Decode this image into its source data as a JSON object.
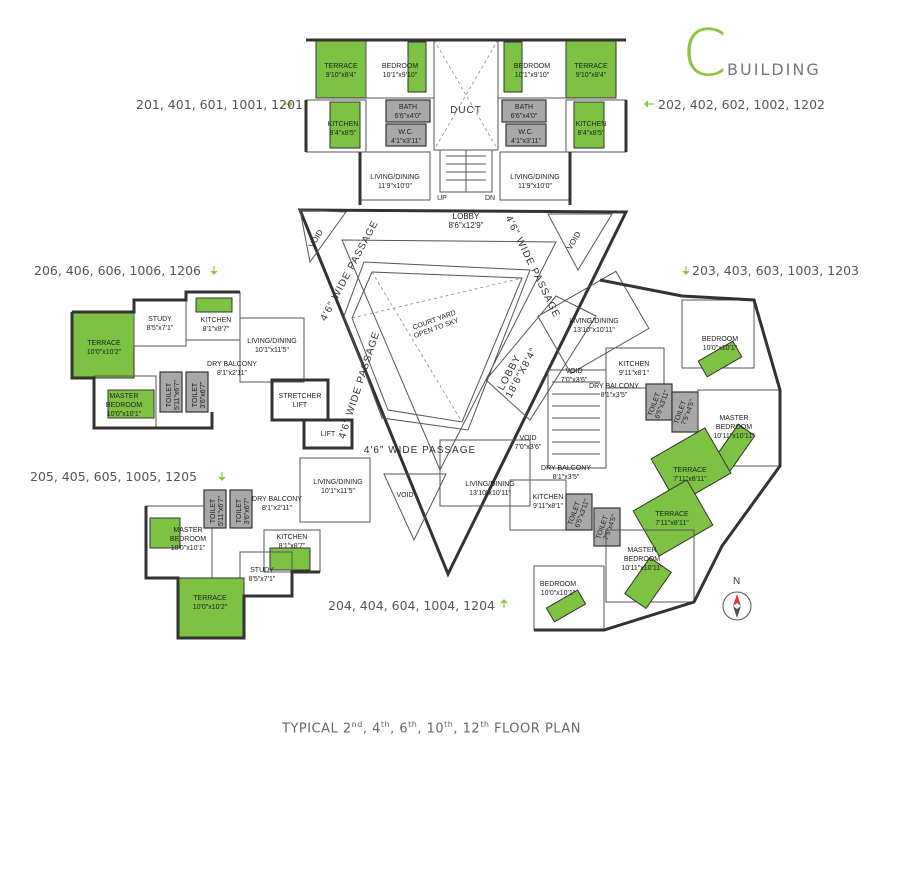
{
  "brand": {
    "letter": "C",
    "word": "BUILDING",
    "accent": "#8cc63f"
  },
  "unit_labels": {
    "top_left": "201, 401, 601, 1001, 1201",
    "top_right": "202, 402, 602, 1002, 1202",
    "mid_left_upper": "206, 406, 606, 1006, 1206",
    "mid_right_upper": "203, 403, 603, 1003, 1203",
    "mid_left_lower": "205, 405, 605, 1005, 1205",
    "bottom_center": "204, 404, 604, 1004, 1204"
  },
  "caption": {
    "prefix": "TYPICAL 2",
    "s1": "nd",
    "t1": ", 4",
    "s2": "th",
    "t2": ", 6",
    "s3": "th",
    "t3": ", 10",
    "s4": "th",
    "t4": ", 12",
    "s5": "th",
    "t5": " FLOOR PLAN"
  },
  "compass": {
    "north": "N"
  },
  "rooms": {
    "terrace_tl": [
      "TERRACE",
      "9'10\"x8'4\""
    ],
    "bedroom_tl": [
      "BEDROOM",
      "10'1\"x9'10\""
    ],
    "bedroom_tr": [
      "BEDROOM",
      "10'1\"x9'10\""
    ],
    "terrace_tr": [
      "TERRACE",
      "9'10\"x8'4\""
    ],
    "kitchen_tl": [
      "KITCHEN",
      "8'4\"x8'5\""
    ],
    "bath_tl": [
      "BATH",
      "6'6\"x4'0\""
    ],
    "wc_tl": [
      "W.C.",
      "4'1\"x3'11\""
    ],
    "bath_tr": [
      "BATH",
      "6'6\"x4'0\""
    ],
    "wc_tr": [
      "W.C.",
      "4'1\"x3'11\""
    ],
    "kitchen_tr": [
      "KITCHEN",
      "8'4\"x8'5\""
    ],
    "living_tl": [
      "LIVING/DINING",
      "11'9\"x10'0\""
    ],
    "living_tr": [
      "LIVING/DINING",
      "11'9\"x10'0\""
    ],
    "lobby_top": [
      "LOBBY",
      "8'6\"x12'9\""
    ],
    "duct": "DUCT",
    "up": "UP",
    "dn": "DN",
    "study_ul": [
      "STUDY",
      "8'5\"x7'1\""
    ],
    "kitchen_ul": [
      "KITCHEN",
      "8'1\"x8'7\""
    ],
    "terrace_ul": [
      "TERRACE",
      "10'0\"x10'2\""
    ],
    "living_ul": [
      "LIVING/DINING",
      "10'1\"x11'5\""
    ],
    "drybalc_ul": [
      "DRY BALCONY",
      "8'1\"x2'11\""
    ],
    "master_ul": [
      "MASTER",
      "BEDROOM",
      "10'0\"x10'1\""
    ],
    "toilet_ul_a": [
      "TOILET",
      "5'11\"x6'7\""
    ],
    "toilet_ul_b": [
      "TOILET",
      "3'6\"x6'7\""
    ],
    "stretcher_lift": [
      "STRETCHER",
      "LIFT"
    ],
    "lift": "LIFT",
    "living_ll": [
      "LIVING/DINING",
      "10'1\"x11'5\""
    ],
    "drybalc_ll": [
      "DRY BALCONY",
      "8'1\"x2'11\""
    ],
    "master_ll": [
      "MASTER",
      "BEDROOM",
      "10'0\"x10'1\""
    ],
    "toilet_ll_a": [
      "TOILET",
      "5'11\"x6'7\""
    ],
    "toilet_ll_b": [
      "TOILET",
      "3'6\"x6'7\""
    ],
    "kitchen_ll": [
      "KITCHEN",
      "8'1\"x8'7\""
    ],
    "study_ll": [
      "STUDY",
      "8'5\"x7'1\""
    ],
    "terrace_ll": [
      "TERRACE",
      "10'0\"x10'2\""
    ],
    "void_bottom": "VOID",
    "void_upper_left": "VOID",
    "void_upper_right": "VOID",
    "passage_left_upper": "4'6\" WIDE PASSAGE",
    "passage_left_lower": "4'6\" WIDE PASSAGE",
    "passage_bottom": "4'6\" WIDE PASSAGE",
    "passage_right": "4'6\" WIDE PASSAGE",
    "court": [
      "COURT YARD",
      "OPEN TO SKY"
    ],
    "lobby_right": [
      "LOBBY",
      "18'6\"X8'4\""
    ],
    "living_ur": [
      "LIVING/DINING",
      "13'10\"x10'11\""
    ],
    "kitchen_ur": [
      "KITCHEN",
      "9'11\"x8'1\""
    ],
    "bedroom_ur": [
      "BEDROOM",
      "10'0\"x10'1\""
    ],
    "void_ur": [
      "VOID",
      "7'0\"x3'6\""
    ],
    "drybalc_ur": [
      "DRY BALCONY",
      "8'1\"x3'5\""
    ],
    "toilet_ur_a": [
      "TOILET",
      "6'5\"x3'11\""
    ],
    "toilet_ur_b": [
      "TOILET",
      "7'5\"x4'5\""
    ],
    "master_ur": [
      "MASTER",
      "BEDROOM",
      "10'11\"x10'11\""
    ],
    "terrace_ur": [
      "TERRACE",
      "7'11\"x8'11\""
    ],
    "living_lr": [
      "LIVING/DINING",
      "13'10\"x10'11\""
    ],
    "void_lr": [
      "VOID",
      "7'0\"x3'6\""
    ],
    "drybalc_lr": [
      "DRY BALCONY",
      "8'1\"x3'5\""
    ],
    "kitchen_lr": [
      "KITCHEN",
      "9'11\"x8'1\""
    ],
    "toilet_lr_a": [
      "TOILET",
      "6'5\"x3'11\""
    ],
    "toilet_lr_b": [
      "TOILET",
      "7'5\"x4'5\""
    ],
    "terrace_lr": [
      "TERRACE",
      "7'11\"x8'11\""
    ],
    "master_lr": [
      "MASTER",
      "BEDROOM",
      "10'11\"x10'11\""
    ],
    "bedroom_lr": [
      "BEDROOM",
      "10'0\"x10'1\""
    ]
  }
}
